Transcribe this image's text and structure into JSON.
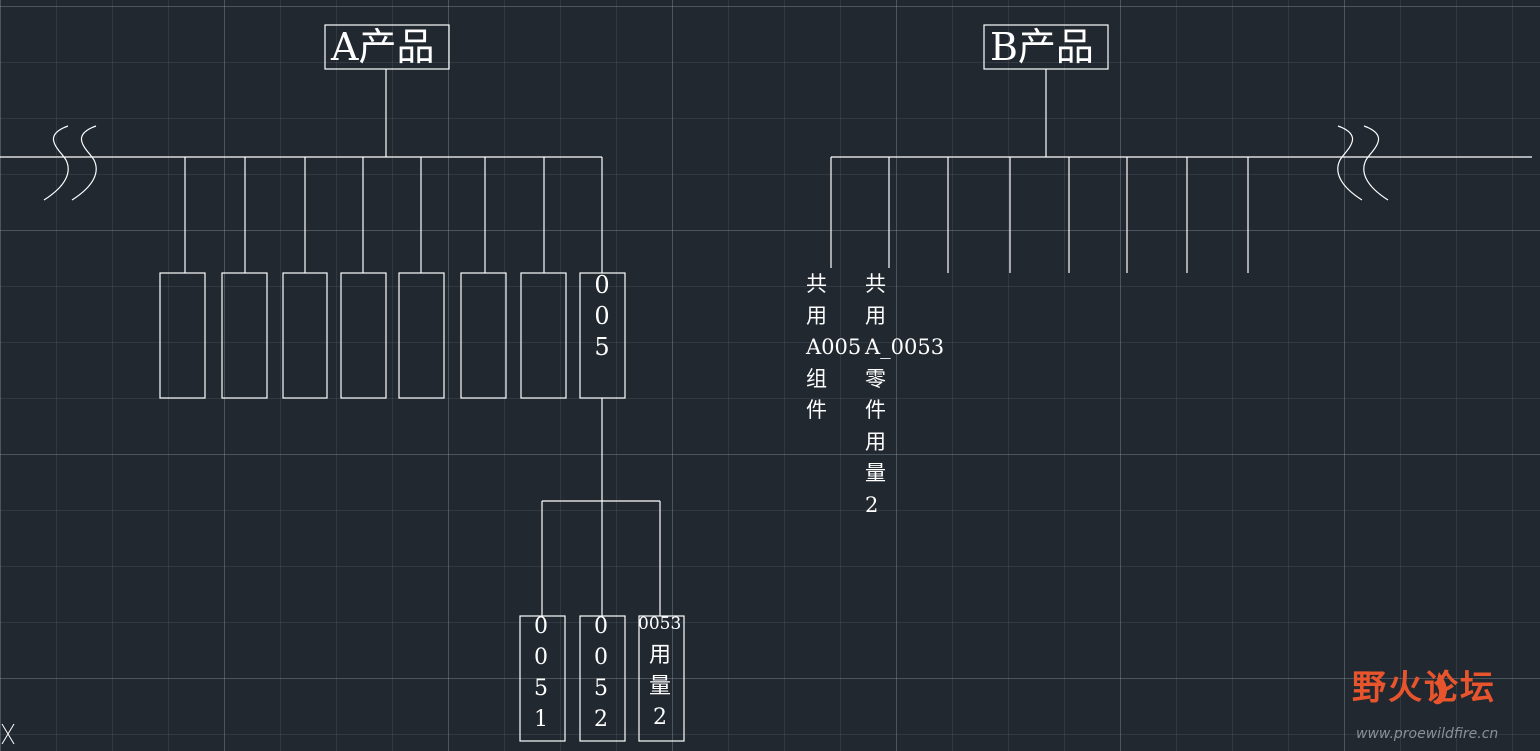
{
  "canvas": {
    "background": "#212830",
    "line_color": "#ffffff",
    "grid_color": "#4a5461"
  },
  "nodes": {
    "a_product": "A产品",
    "b_product": "B产品",
    "a005": [
      "0",
      "0",
      "5"
    ],
    "a0051": [
      "0",
      "0",
      "5",
      "1"
    ],
    "a0052": [
      "0",
      "0",
      "5",
      "2"
    ],
    "a0053_code": "0053",
    "a0053_usage": [
      "用",
      "量",
      "2"
    ]
  },
  "b_branches": {
    "shared_assembly": [
      "共",
      "用",
      "A005",
      "组",
      "件"
    ],
    "shared_part": [
      "共",
      "用",
      "A_0053",
      "零",
      "件",
      "用",
      "量",
      "2"
    ]
  },
  "watermark": {
    "title": "野火论坛",
    "url": "www.proewildfire.cn",
    "colors": {
      "primary": "#e8552d",
      "secondary": "#8a9099"
    }
  },
  "decorations": [
    "break-symbol-left",
    "break-symbol-right",
    "ucs-x-marker"
  ]
}
